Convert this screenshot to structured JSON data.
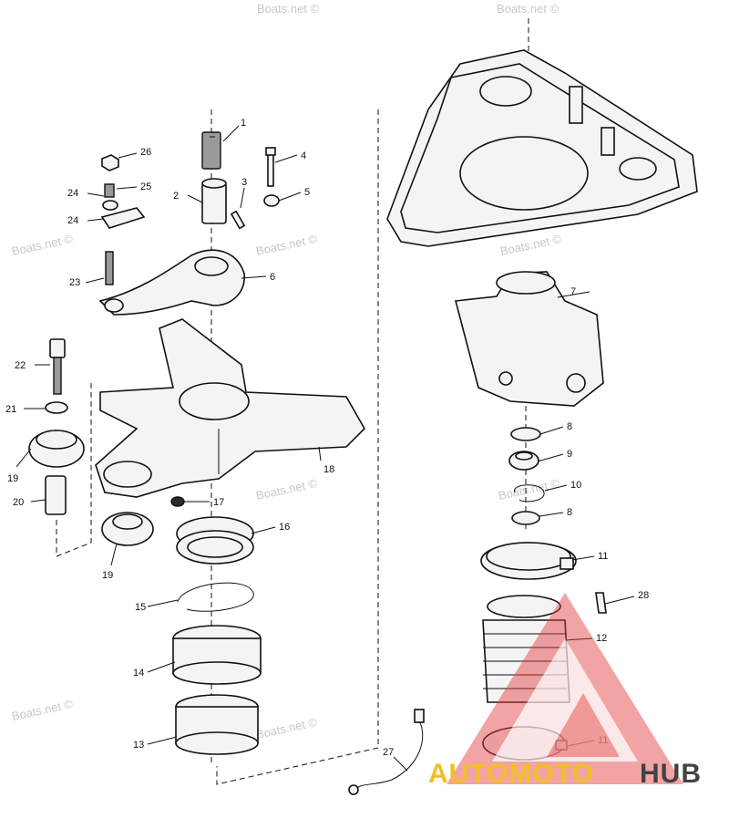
{
  "watermarks": [
    "Boats.net ©",
    "Boats.net ©",
    "Boats.net ©",
    "Boats.net ©",
    "Boats.net ©",
    "Boats.net ©",
    "Boats.net ©",
    "Boats.net ©",
    "Boats.net ©"
  ],
  "callouts": [
    "1",
    "2",
    "3",
    "4",
    "5",
    "6",
    "7",
    "8",
    "9",
    "10",
    "8",
    "11",
    "28",
    "12",
    "11",
    "26",
    "25",
    "24",
    "24",
    "23",
    "22",
    "21",
    "19",
    "20",
    "19",
    "17",
    "18",
    "16",
    "15",
    "14",
    "13",
    "27"
  ],
  "logo": {
    "text_a": "AUTOMOTO",
    "text_b": "HUB",
    "colors": {
      "primary": "#e23a3a",
      "dark": "#222222",
      "gold": "#f0b400"
    }
  },
  "palette": {
    "ink": "#111111",
    "background": "#ffffff",
    "watermark": "#c8c8c8"
  }
}
